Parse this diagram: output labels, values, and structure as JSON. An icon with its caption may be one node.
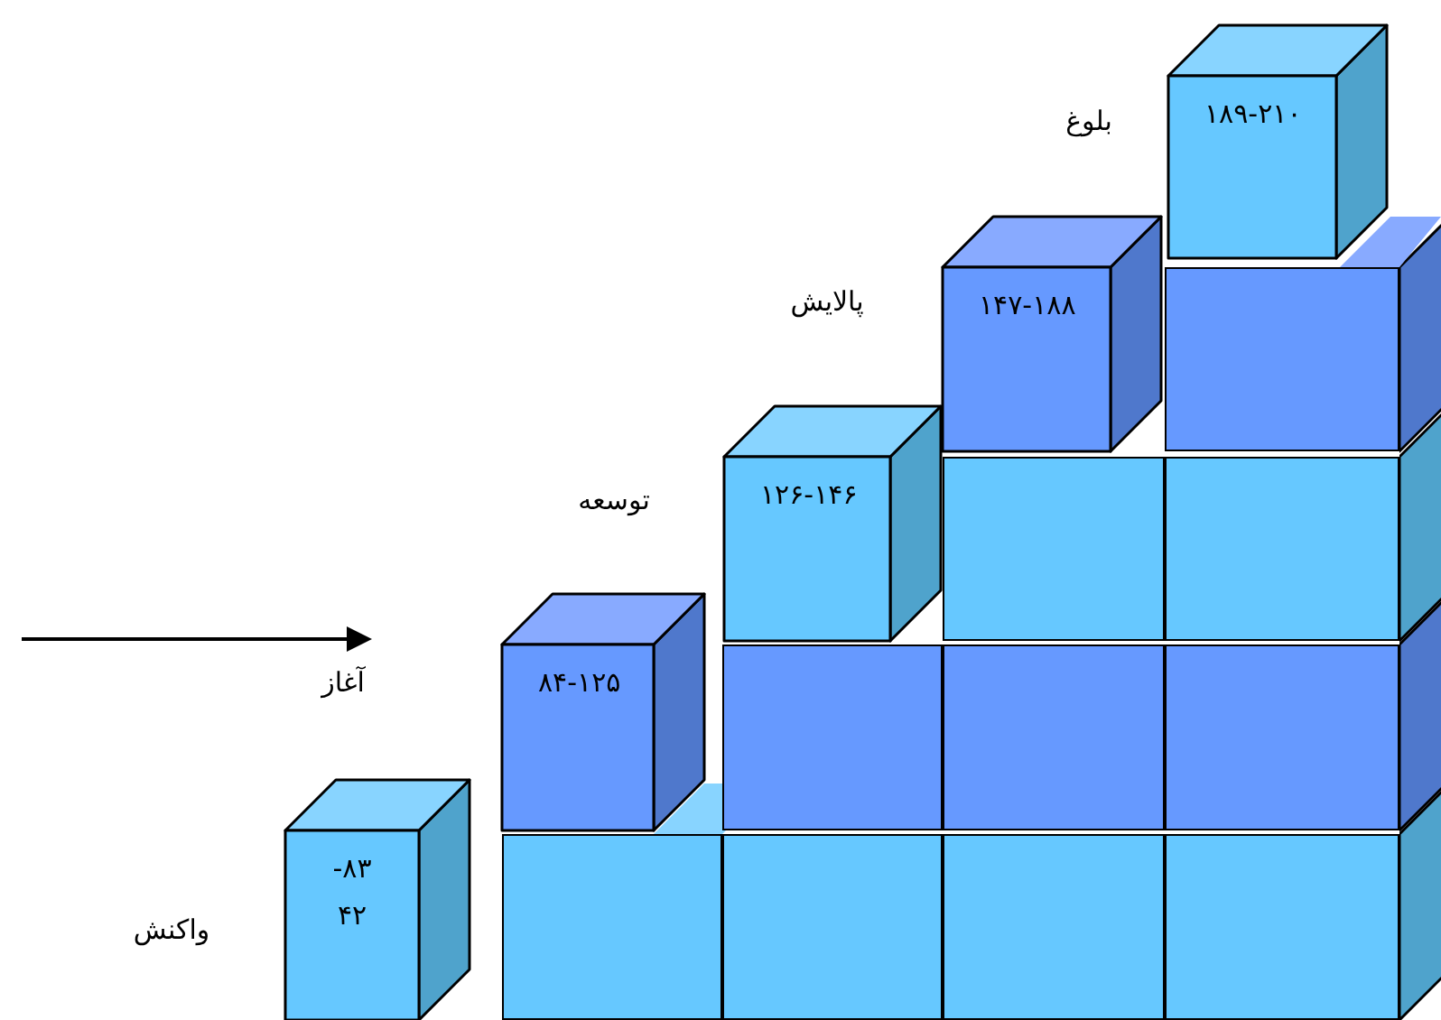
{
  "diagram": {
    "nodes": [
      {
        "text": [
          "۱۸۹-۲۱۰"
        ],
        "beside": [
          "بلوغ"
        ]
      },
      {
        "text": [
          "۱۴۷-۱۸۸"
        ],
        "beside": [
          "پالایش"
        ]
      },
      {
        "text": [
          "۱۲۶-۱۴۶"
        ],
        "beside": [
          "توسعه"
        ]
      },
      {
        "text": [
          "۸۴-۱۲۵"
        ]
      },
      {
        "text": [
          "-۸۳ ۴۲"
        ],
        "beside": [
          "واکنش"
        ]
      },
      {
        "text": [],
        "shape": "box"
      },
      {
        "text": [],
        "shape": "box"
      },
      {
        "text": [],
        "shape": "box"
      },
      {
        "text": [],
        "shape": "box"
      },
      {
        "text": [],
        "shape": "box"
      },
      {
        "text": [],
        "shape": "box"
      },
      {
        "text": [],
        "shape": "box"
      },
      {
        "text": [],
        "shape": "box"
      },
      {
        "text": [],
        "shape": "box"
      },
      {
        "text": [],
        "shape": "box"
      }
    ],
    "labels": [
      "آغاز"
    ]
  }
}
